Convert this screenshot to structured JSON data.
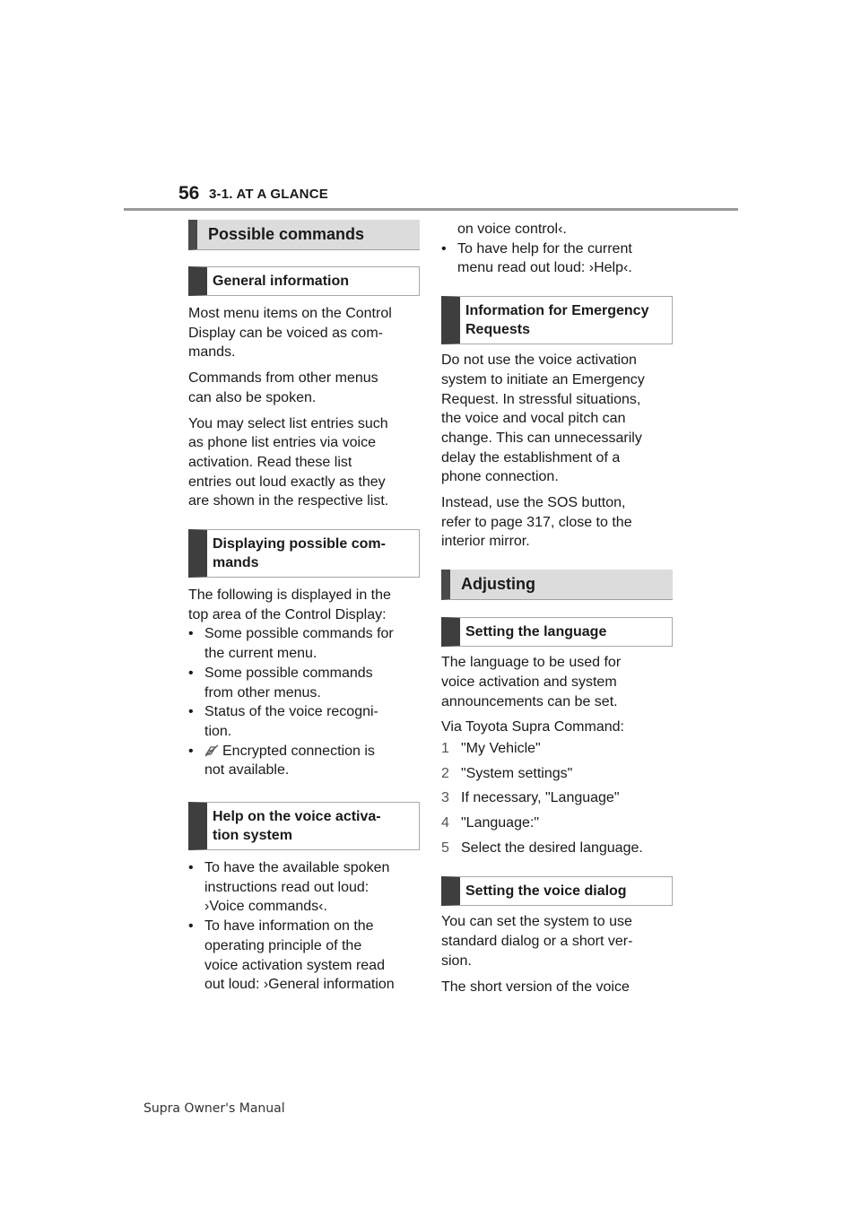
{
  "header": {
    "page_number": "56",
    "section": "3-1. AT A GLANCE"
  },
  "left": {
    "h_possible": "Possible commands",
    "h_general": "General information",
    "p1": "Most menu items on the Control Display can be voiced as com-mands.",
    "p1_lines": [
      "Most menu items on the Control",
      "Display can be voiced as com-",
      "mands."
    ],
    "p2_lines": [
      "Commands from other menus",
      "can also be spoken."
    ],
    "p3_lines": [
      "You may select list entries such",
      "as phone list entries via voice",
      "activation. Read these list",
      "entries out loud exactly as they",
      "are shown in the respective list."
    ],
    "h_displaying": "Displaying possible com-mands",
    "h_displaying_lines": [
      "Displaying possible com-",
      "mands"
    ],
    "p4_lines": [
      "The following is displayed in the",
      "top area of the Control Display:"
    ],
    "bullets": [
      [
        "Some possible commands for",
        "the current menu."
      ],
      [
        "Some possible commands",
        "from other menus."
      ],
      [
        "Status of the voice recogni-",
        "tion."
      ]
    ],
    "bullet_icon_lines": [
      "Encrypted connection is",
      "not available."
    ],
    "h_help_lines": [
      "Help on the voice activa-",
      "tion system"
    ],
    "help_bullets": [
      [
        "To have the available spoken",
        "instructions read out loud:",
        "›Voice commands‹."
      ],
      [
        "To have information on the",
        "operating principle of the",
        "voice activation system read",
        "out loud: ›General information"
      ]
    ]
  },
  "right": {
    "cont_line": "on voice control‹.",
    "help_bullet3": [
      "To have help for the current",
      "menu read out loud: ›Help‹."
    ],
    "h_emergency_lines": [
      "Information for Emergency",
      "Requests"
    ],
    "p_emerg1": [
      "Do not use the voice activation",
      "system to initiate an Emergency",
      "Request. In stressful situations,",
      "the voice and vocal pitch can",
      "change. This can unnecessarily",
      "delay the establishment of a",
      "phone connection."
    ],
    "p_emerg2": [
      "Instead, use the SOS button,",
      "refer to page 317, close to the",
      "interior mirror."
    ],
    "h_adjusting": "Adjusting",
    "h_language": "Setting the language",
    "p_lang1": [
      "The language to be used for",
      "voice activation and system",
      "announcements can be set."
    ],
    "p_lang2": "Via Toyota Supra Command:",
    "steps": [
      {
        "num": "1",
        "text": "\"My Vehicle\""
      },
      {
        "num": "2",
        "text": "\"System settings\""
      },
      {
        "num": "3",
        "text": "If necessary, \"Language\""
      },
      {
        "num": "4",
        "text": "\"Language:\""
      },
      {
        "num": "5",
        "text": "Select the desired language."
      }
    ],
    "h_dialog": "Setting the voice dialog",
    "p_dialog1": [
      "You can set the system to use",
      "standard dialog or a short ver-",
      "sion."
    ],
    "p_dialog2": "The short version of the voice"
  },
  "footer": {
    "text": "Supra Owner's Manual"
  },
  "icons": {
    "encrypted": "encrypted-connection-icon"
  }
}
